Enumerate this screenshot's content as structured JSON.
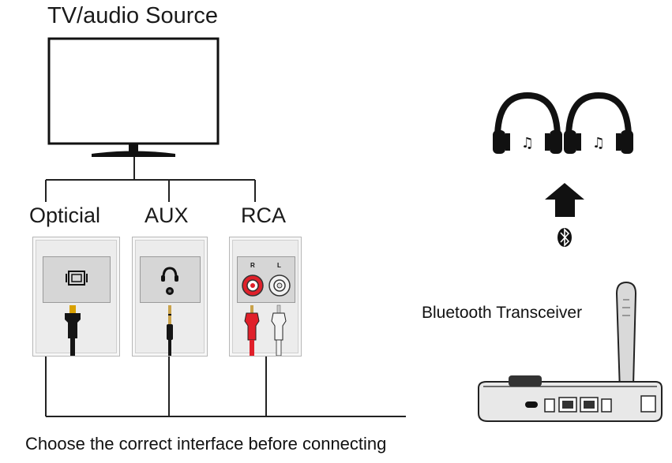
{
  "source": {
    "title": "TV/audio Source"
  },
  "interfaces": [
    {
      "id": "optical",
      "label": "Opticial"
    },
    {
      "id": "aux",
      "label": "AUX"
    },
    {
      "id": "rca",
      "label": "RCA",
      "channel_right": "R",
      "channel_left": "L"
    }
  ],
  "device": {
    "label": "Bluetooth Transceiver"
  },
  "caption": "Choose the correct interface before connecting",
  "icons": [
    "tv-icon",
    "headphones-icon",
    "arrow-up-icon",
    "bluetooth-icon",
    "optical-port-icon",
    "headphone-jack-icon",
    "rca-jack-icon",
    "antenna-icon"
  ],
  "colors": {
    "rca_red": "#e0202a",
    "rca_white": "#f2f2f2",
    "line": "#222222"
  }
}
